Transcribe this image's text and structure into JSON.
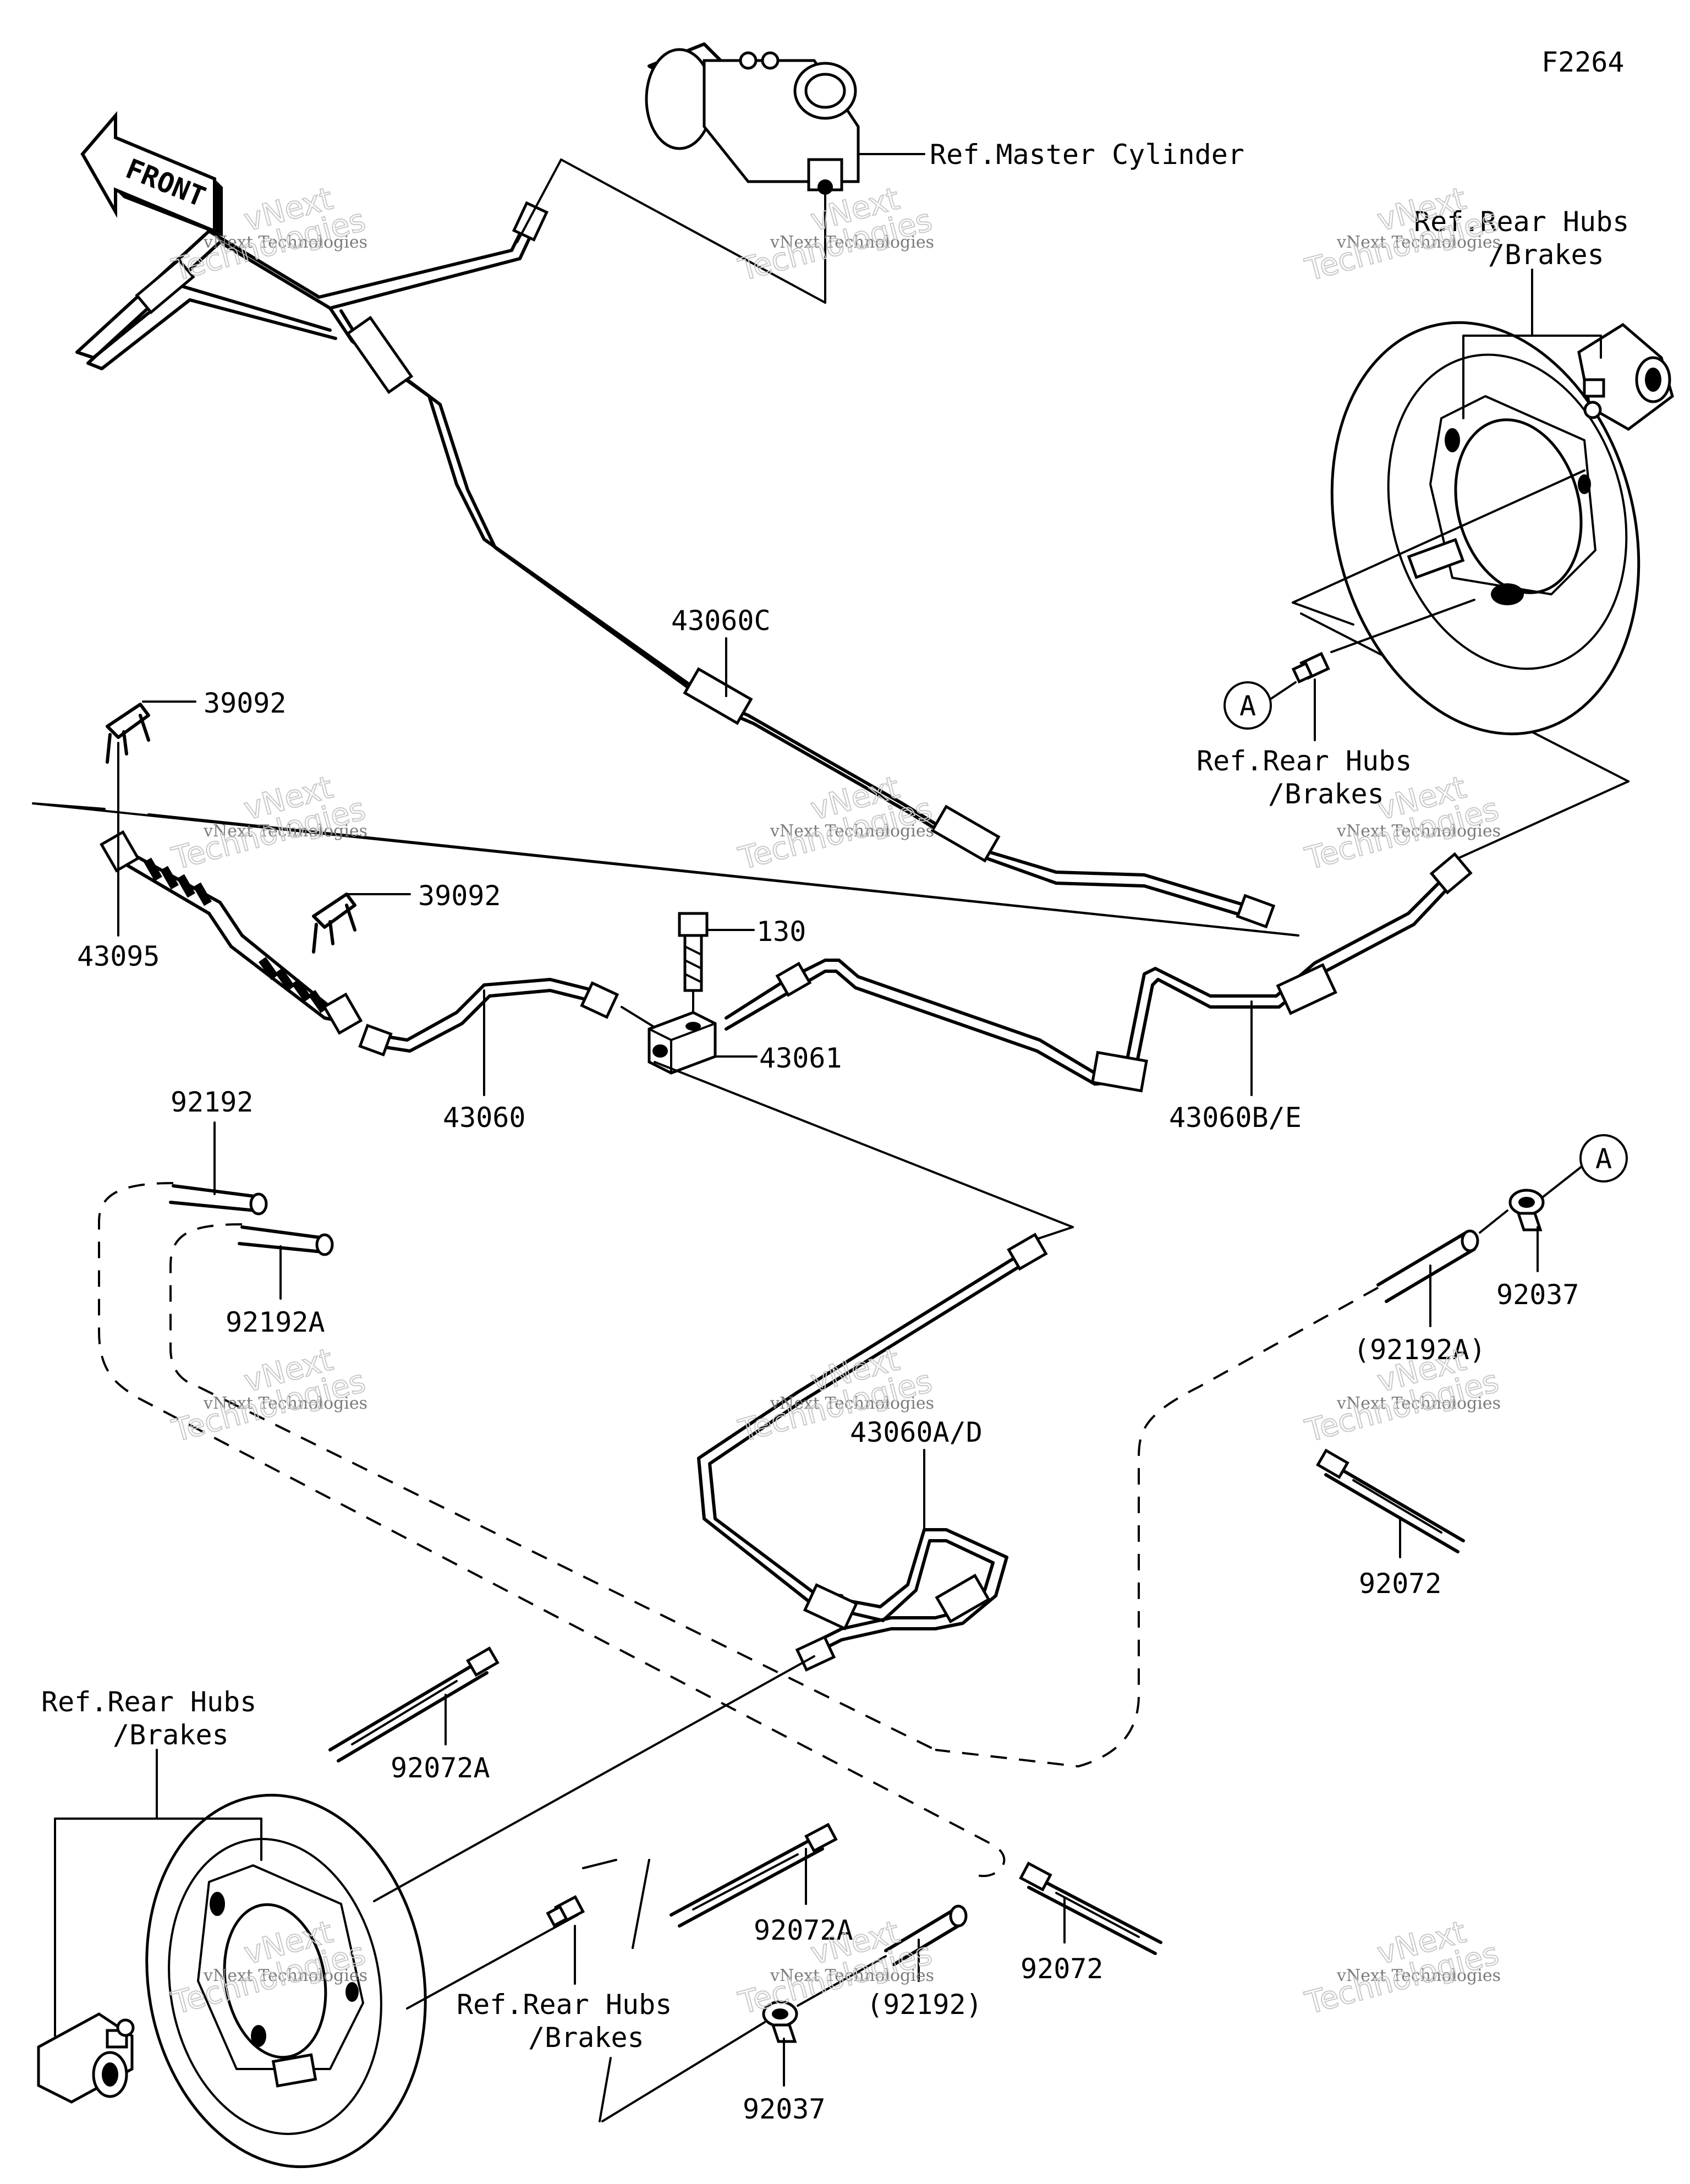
{
  "diagram_code": "F2264",
  "front_arrow_label": "FRONT",
  "watermark": {
    "line1": "vNext Technologies",
    "line2": "vNext",
    "line3": "Technologies"
  },
  "labels": {
    "ref_master_cylinder": "Ref.Master Cylinder",
    "ref_rear_hubs_line1": "Ref.Rear Hubs",
    "ref_rear_hubs_line2": "/Brakes",
    "p_43060C": "43060C",
    "p_39092": "39092",
    "p_43095": "43095",
    "p_130": "130",
    "p_43061": "43061",
    "p_43060": "43060",
    "p_43060BE": "43060B/E",
    "p_92192": "92192",
    "p_92192A": "92192A",
    "p_92192A_paren": "(92192A)",
    "p_92037": "92037",
    "p_43060AD": "43060A/D",
    "p_92072": "92072",
    "p_92072A": "92072A",
    "p_92192_paren": "(92192)",
    "callout_A": "A"
  }
}
